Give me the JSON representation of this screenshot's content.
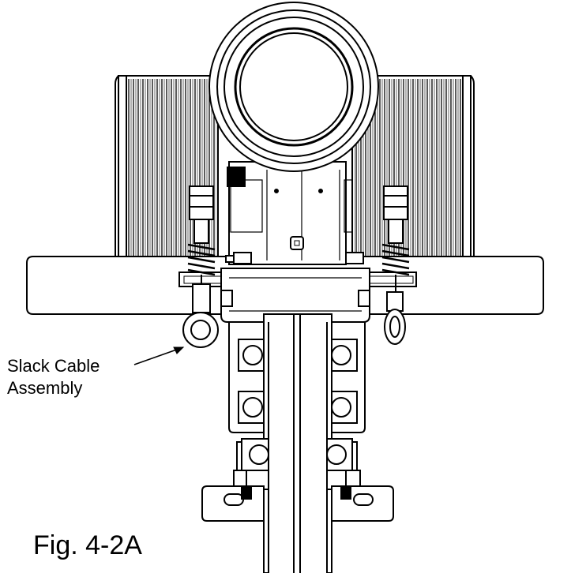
{
  "callout": {
    "line1": "Slack Cable",
    "line2": "Assembly"
  },
  "figure_label": "Fig. 4-2A",
  "colors": {
    "line": "#000000",
    "background": "#ffffff"
  }
}
